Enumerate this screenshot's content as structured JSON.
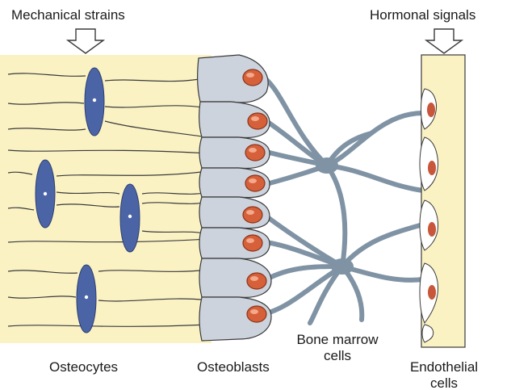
{
  "labels": {
    "mechanical_strains": "Mechanical strains",
    "hormonal_signals": "Hormonal signals",
    "osteocytes": "Osteocytes",
    "osteoblasts": "Osteoblasts",
    "bone_marrow_line1": "Bone marrow",
    "bone_marrow_line2": "cells",
    "endothelial_line1": "Endothelial",
    "endothelial_line2": "cells"
  },
  "colors": {
    "bone_matrix": "#fbf2c4",
    "osteocyte": "#4a64a6",
    "osteoblast": "#ccd3dd",
    "osteoblast_nucleus": "#d6603a",
    "marrow_network": "#7f93a4",
    "endothelial_nucleus": "#c8563a",
    "outline": "#3a3a3a"
  }
}
